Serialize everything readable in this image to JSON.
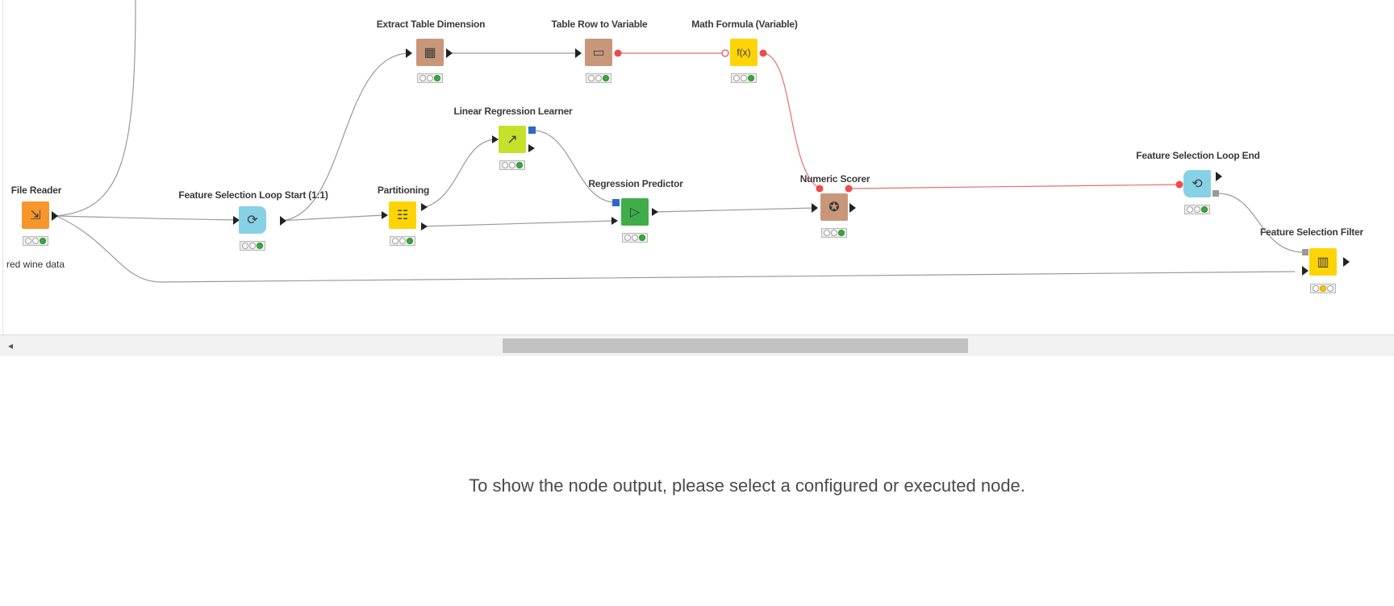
{
  "canvas": {
    "nodes": [
      {
        "id": "file-reader",
        "name": "File Reader",
        "icon": "file-import-icon",
        "glyph": "⇲",
        "status": [
          "off",
          "off",
          "green"
        ],
        "annotation": "red wine data"
      },
      {
        "id": "fs-loop-start",
        "name": "Feature Selection Loop Start (1:1)",
        "icon": "loop-start-icon",
        "glyph": "⟳",
        "status": [
          "off",
          "off",
          "green"
        ]
      },
      {
        "id": "extract-table-dimension",
        "name": "Extract Table Dimension",
        "icon": "table-dimension-icon",
        "glyph": "▦",
        "status": [
          "off",
          "off",
          "green"
        ]
      },
      {
        "id": "partitioning",
        "name": "Partitioning",
        "icon": "partition-icon",
        "glyph": "☷",
        "status": [
          "off",
          "off",
          "green"
        ]
      },
      {
        "id": "linear-regression-learner",
        "name": "Linear Regression Learner",
        "icon": "regression-chart-icon",
        "glyph": "↗",
        "status": [
          "off",
          "off",
          "green"
        ]
      },
      {
        "id": "table-row-to-variable",
        "name": "Table Row to Variable",
        "icon": "row-to-variable-icon",
        "glyph": "▭",
        "status": [
          "off",
          "off",
          "green"
        ]
      },
      {
        "id": "regression-predictor",
        "name": "Regression Predictor",
        "icon": "predictor-icon",
        "glyph": "▷",
        "status": [
          "off",
          "off",
          "green"
        ]
      },
      {
        "id": "math-formula-variable",
        "name": "Math Formula (Variable)",
        "icon": "math-formula-icon",
        "glyph": "f(x)",
        "status": [
          "off",
          "off",
          "green"
        ]
      },
      {
        "id": "numeric-scorer",
        "name": "Numeric Scorer",
        "icon": "scorer-icon",
        "glyph": "✪",
        "status": [
          "off",
          "off",
          "green"
        ]
      },
      {
        "id": "fs-loop-end",
        "name": "Feature Selection Loop End",
        "icon": "loop-end-icon",
        "glyph": "⟲",
        "status": [
          "off",
          "off",
          "green"
        ]
      },
      {
        "id": "fs-filter",
        "name": "Feature Selection Filter",
        "icon": "filter-icon",
        "glyph": "▥",
        "status": [
          "off",
          "yellow",
          "off"
        ]
      }
    ]
  },
  "scrollbar": {
    "left_arrow": "◂"
  },
  "output_panel": {
    "message": "To show the node output, please select a configured or executed node."
  }
}
